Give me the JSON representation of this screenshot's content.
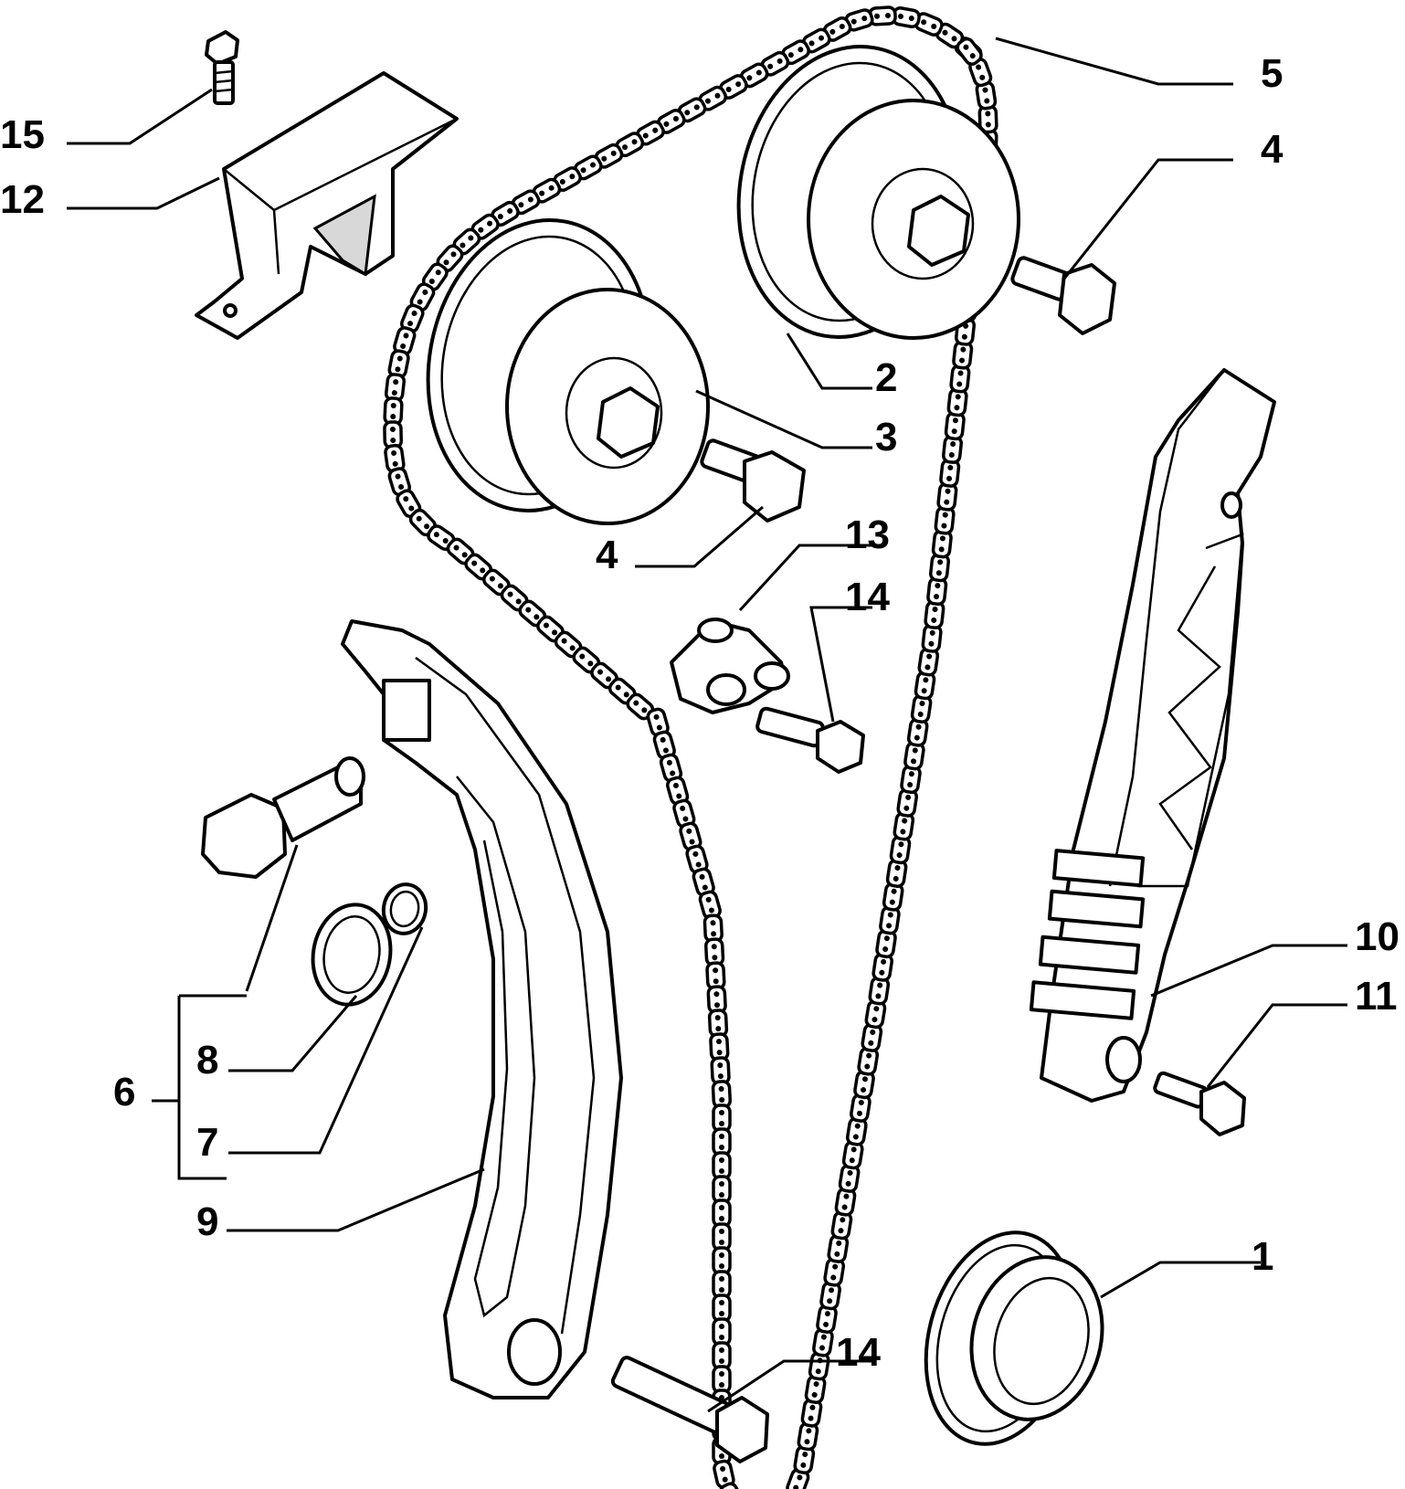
{
  "colors": {
    "line": "#000000",
    "background": "#ffffff",
    "shade": "#d8d8d8"
  },
  "callouts": [
    {
      "id": "c15",
      "label": "15"
    },
    {
      "id": "c12",
      "label": "12"
    },
    {
      "id": "c5",
      "label": "5"
    },
    {
      "id": "c4a",
      "label": "4"
    },
    {
      "id": "c2",
      "label": "2"
    },
    {
      "id": "c3",
      "label": "3"
    },
    {
      "id": "c4b",
      "label": "4"
    },
    {
      "id": "c13",
      "label": "13"
    },
    {
      "id": "c14a",
      "label": "14"
    },
    {
      "id": "c10",
      "label": "10"
    },
    {
      "id": "c11",
      "label": "11"
    },
    {
      "id": "c8",
      "label": "8"
    },
    {
      "id": "c6",
      "label": "6"
    },
    {
      "id": "c7",
      "label": "7"
    },
    {
      "id": "c9",
      "label": "9"
    },
    {
      "id": "c1",
      "label": "1"
    },
    {
      "id": "c14b",
      "label": "14"
    }
  ]
}
